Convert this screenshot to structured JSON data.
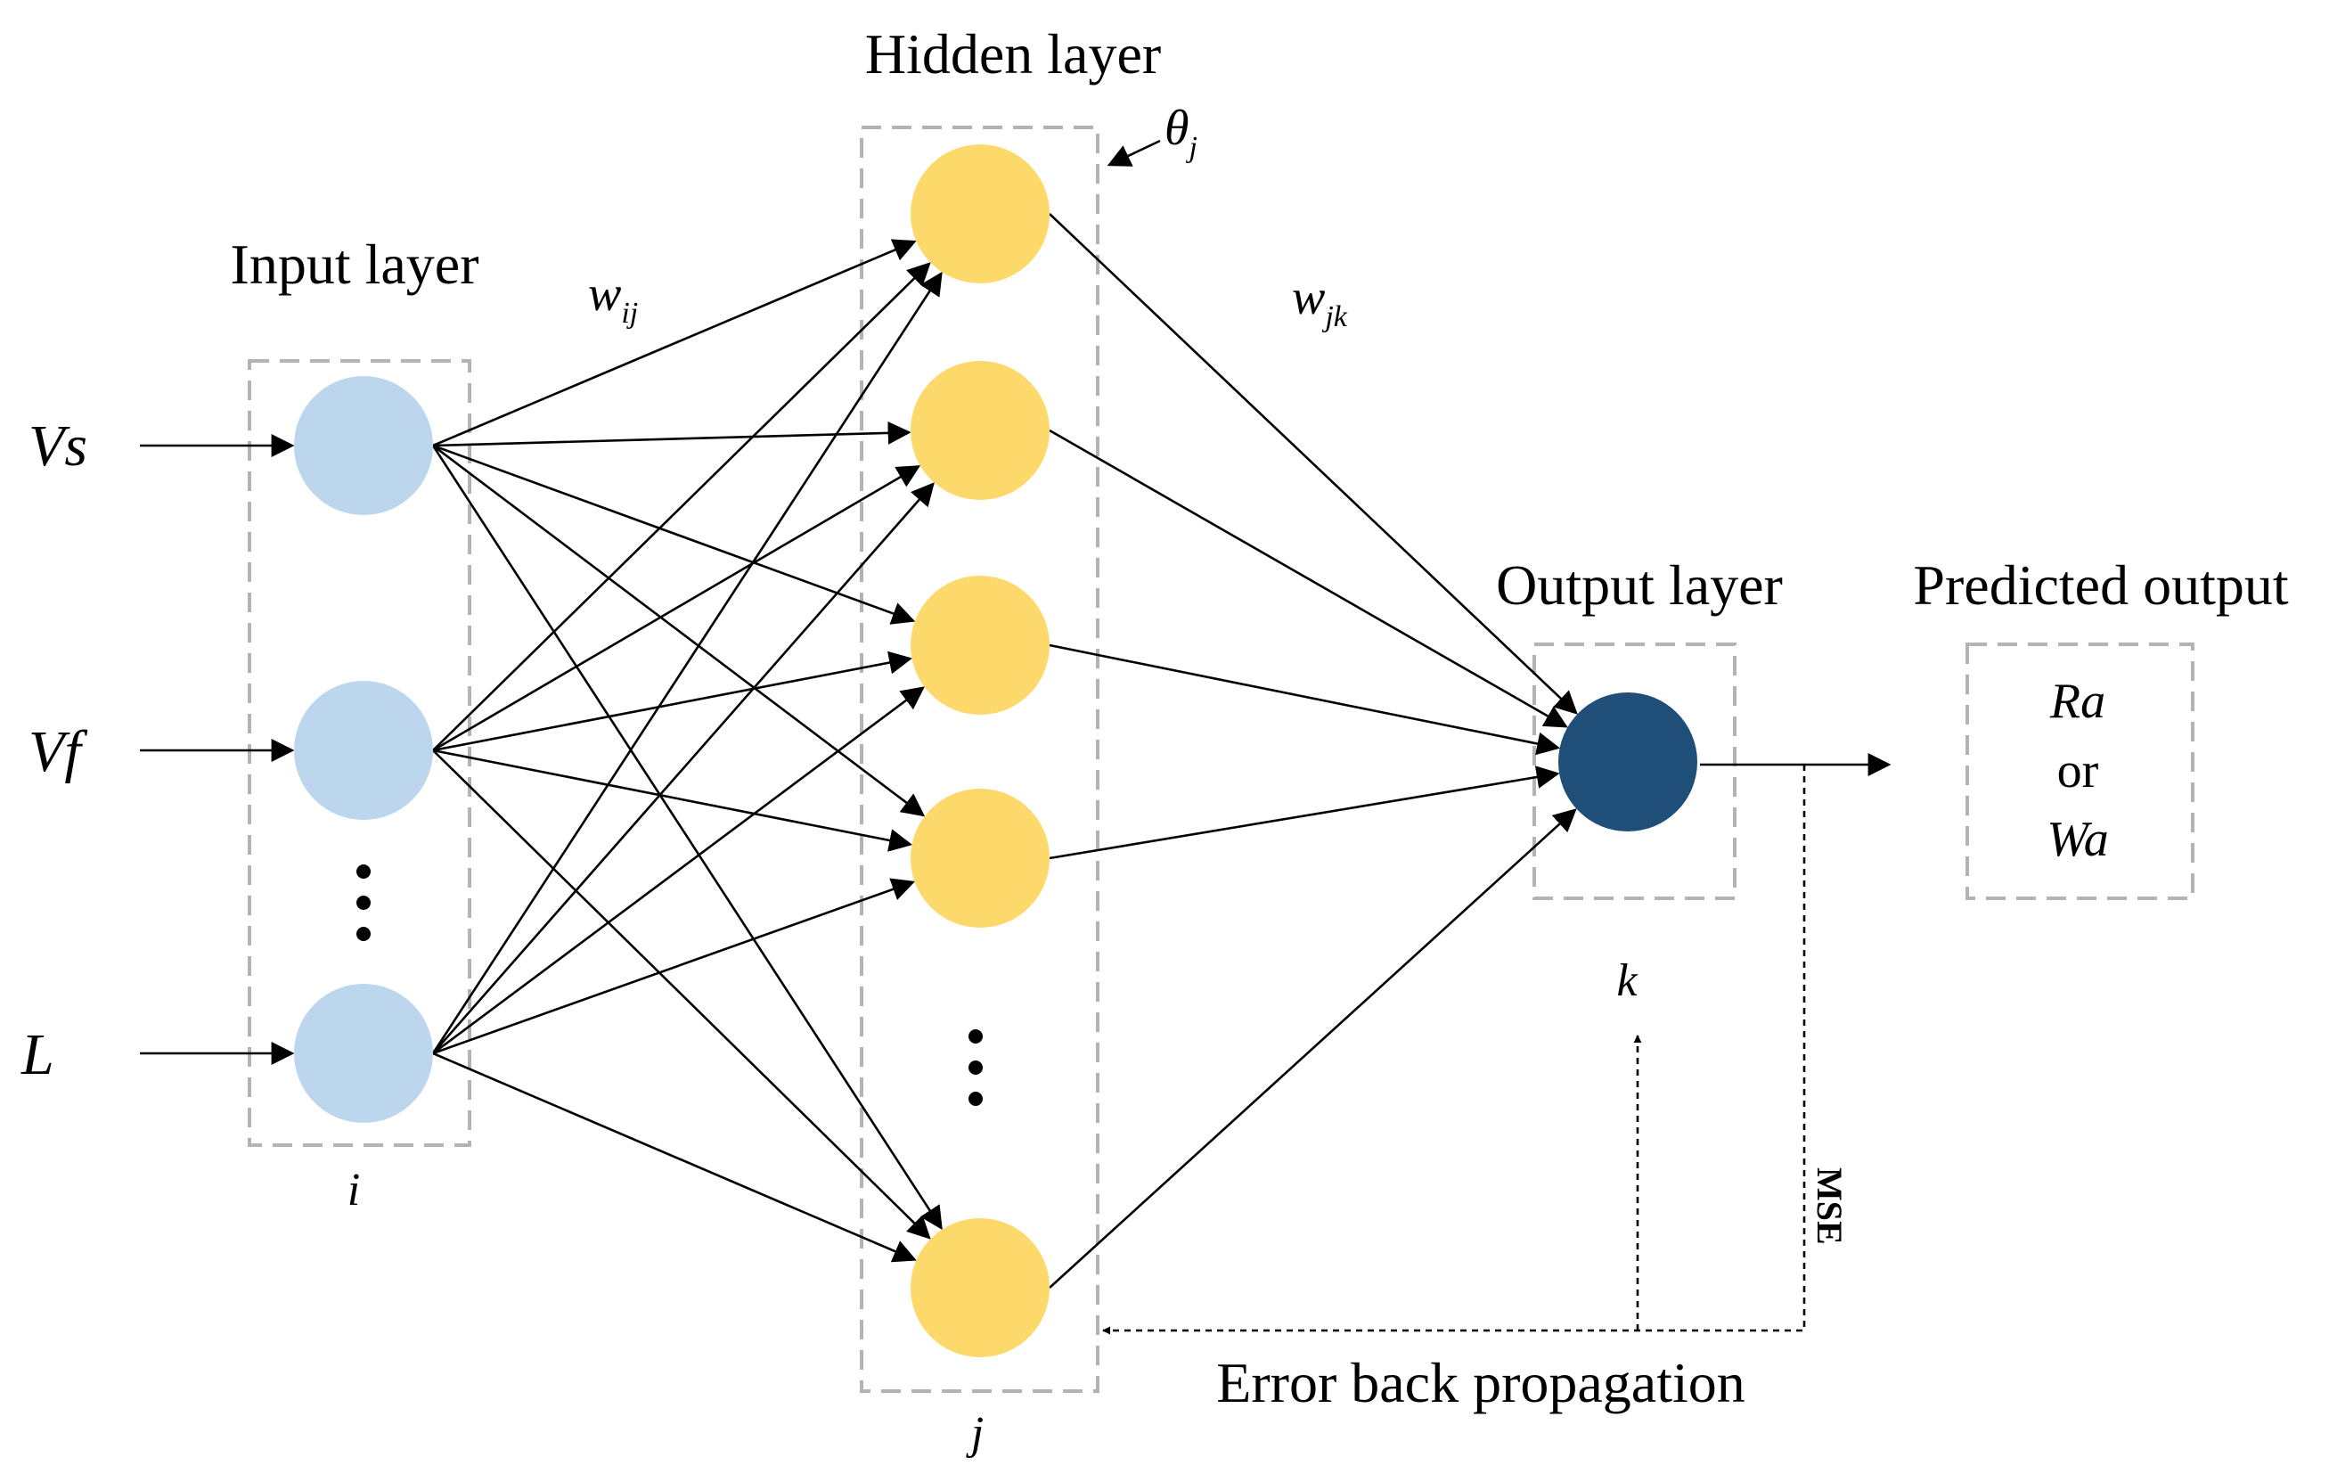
{
  "layers": {
    "input": {
      "title": "Input layer",
      "index_label": "i",
      "inputs": [
        "Vs",
        "Vf",
        "L"
      ],
      "node_color": "#bcd6ee"
    },
    "hidden": {
      "title": "Hidden layer",
      "index_label": "j",
      "bias_label": "θ",
      "bias_subscript": "j",
      "node_count_shown": 5,
      "node_color": "#fdd96b"
    },
    "output": {
      "title": "Output layer",
      "index_label": "k",
      "node_color": "#1f4e79"
    }
  },
  "weights": {
    "input_hidden": {
      "symbol": "w",
      "subscript": "ij"
    },
    "hidden_output": {
      "symbol": "w",
      "subscript": "jk"
    }
  },
  "prediction": {
    "title": "Predicted output",
    "line1": "Ra",
    "line2": "or",
    "line3": "Wa"
  },
  "backprop": {
    "label": "Error back propagation",
    "mse_label": "MSE"
  }
}
